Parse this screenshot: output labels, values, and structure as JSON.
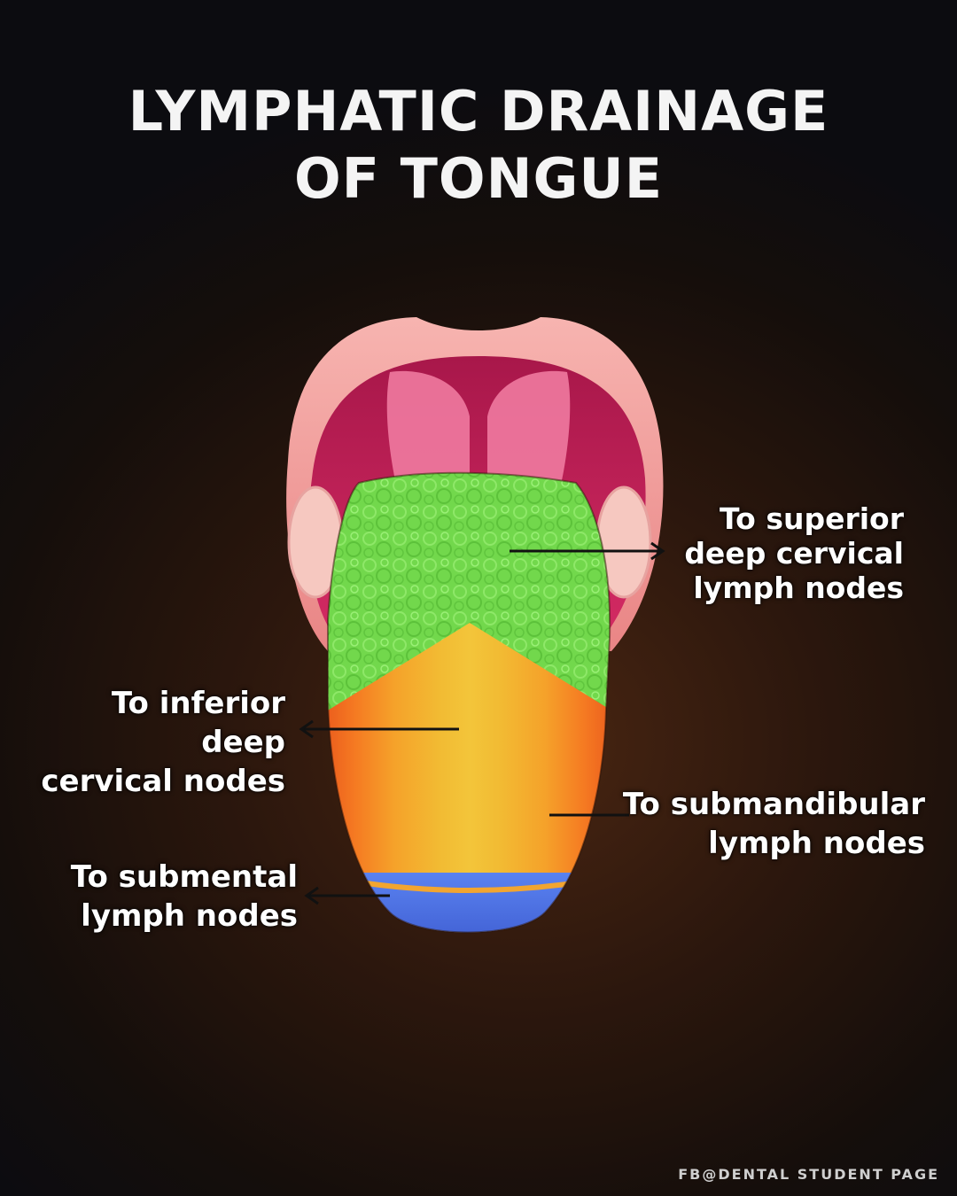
{
  "title": {
    "line1": "LYMPHATIC DRAINAGE",
    "line2": "OF TONGUE"
  },
  "labels": {
    "superior": {
      "line1": "To superior",
      "line2": "deep cervical",
      "line3": "lymph nodes"
    },
    "inferior": {
      "line1": "To inferior deep",
      "line2": "cervical nodes"
    },
    "submandibular": {
      "line1": "To submandibular",
      "line2": "lymph nodes"
    },
    "submental": {
      "line1": "To submental",
      "line2": "lymph nodes"
    }
  },
  "footer": "FB@DENTAL STUDENT PAGE",
  "colors": {
    "posterior_region": "#6fd64a",
    "central_region": "#f2b530",
    "marginal_region": "#f2701e",
    "tip_region": "#4a6fe0",
    "lips": "#f4a0a0",
    "mouth_cavity": "#c4245a"
  }
}
